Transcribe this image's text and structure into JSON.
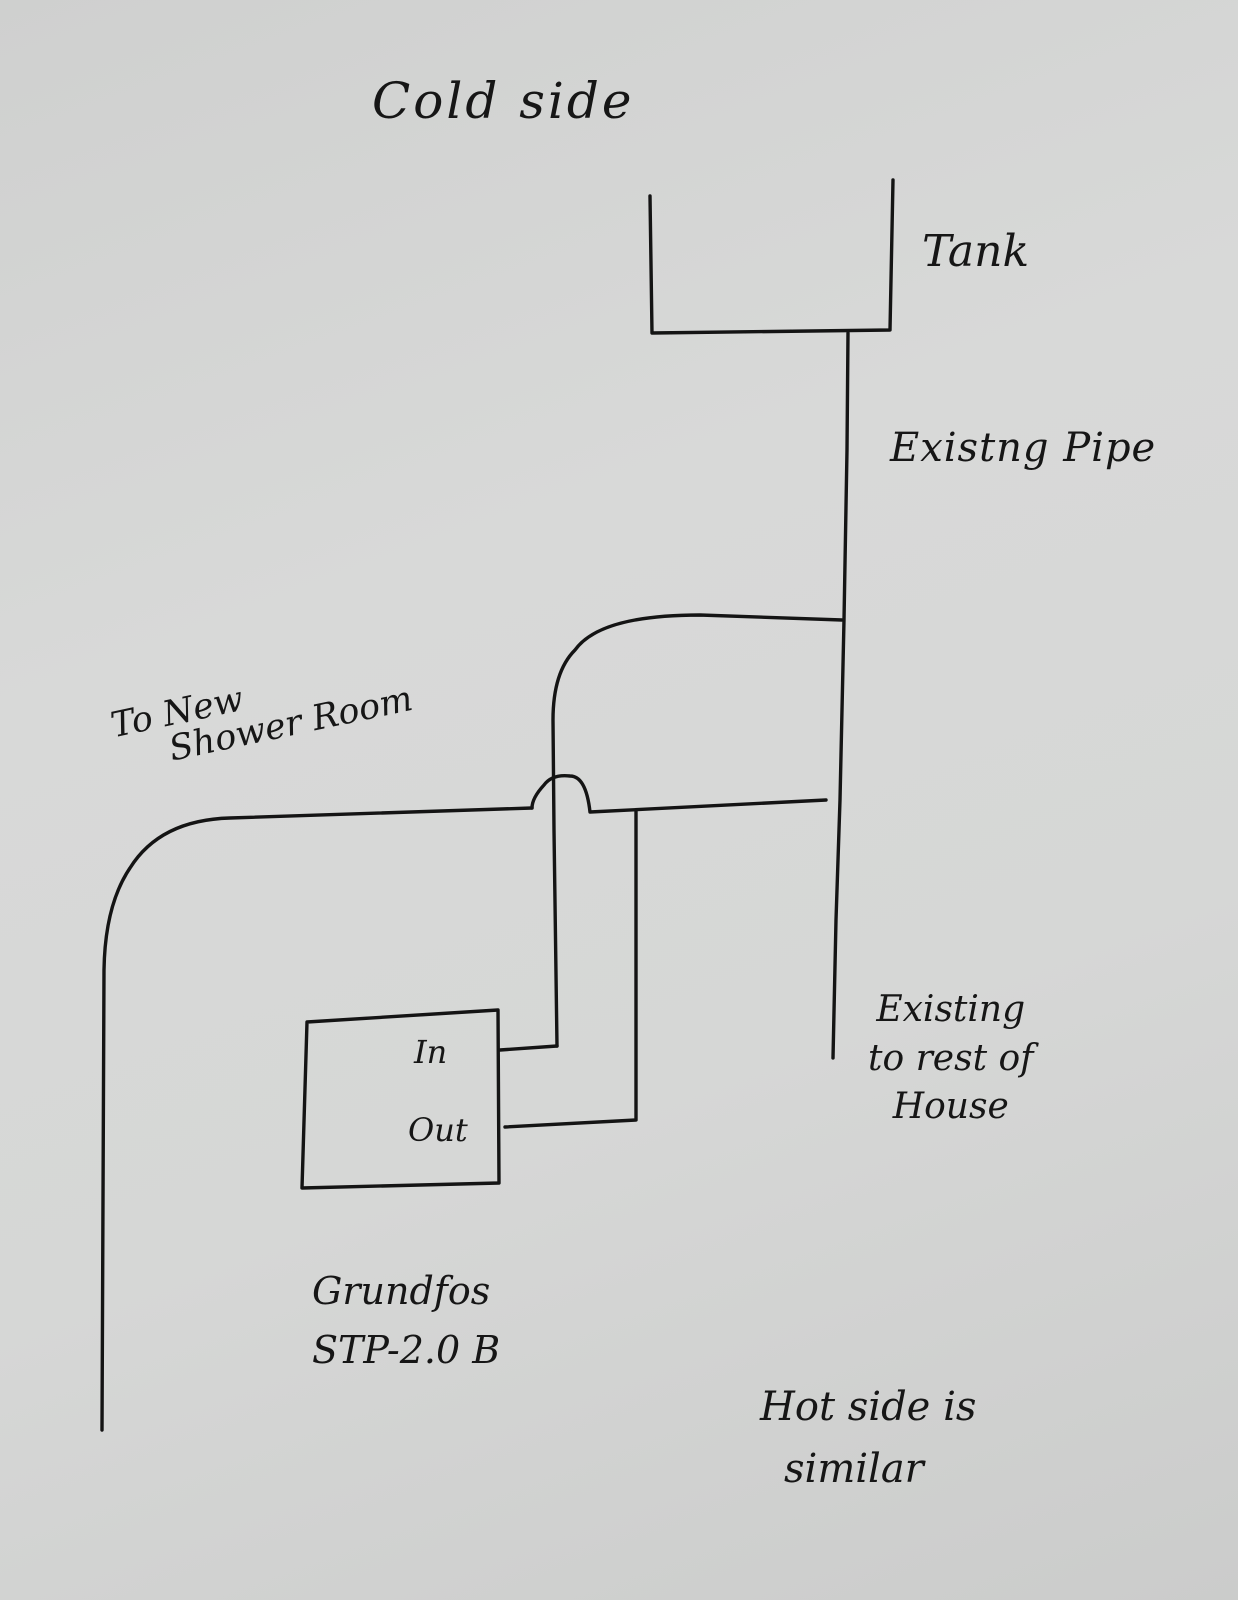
{
  "diagram": {
    "title": "Cold side",
    "tank_label": "Tank",
    "pipe_label": "Existng Pipe",
    "shower_label": [
      "To New",
      "Shower Room"
    ],
    "existing_label": [
      "Existing",
      "to rest of",
      "House"
    ],
    "pump": {
      "port_in": "In",
      "port_out": "Out",
      "name_lines": [
        "Grundfos",
        "STP-2.0 B"
      ]
    },
    "note_lines": [
      "Hot side is",
      "similar"
    ]
  }
}
